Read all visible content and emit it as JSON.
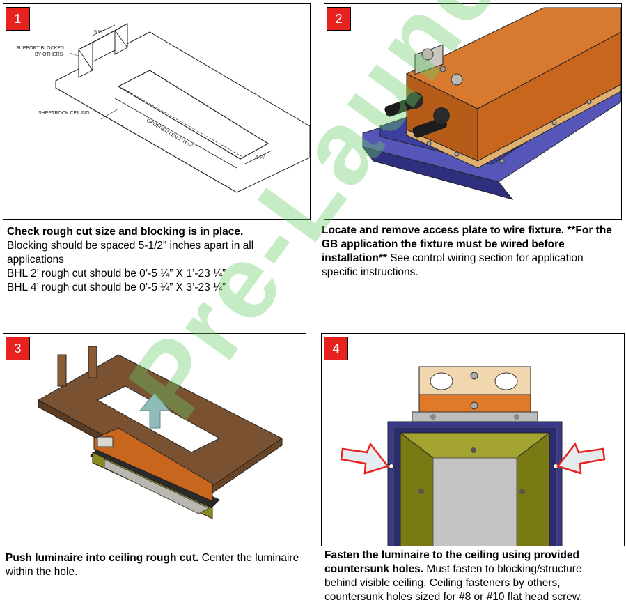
{
  "steps": [
    {
      "number": "1",
      "bold": "Check rough cut size and blocking is in place.",
      "lines": [
        "Blocking should be spaced 5-1/2” inches apart in all applications",
        "BHL 2’ rough cut should be 0’-5 ¼” X 1’-23 ¼”",
        "BHL 4’ rough cut should be 0’-5 ¼” X 3’-23 ¼”"
      ],
      "drawing_labels": {
        "support": "SUPPORT BLOCKED",
        "support2": "BY OTHERS",
        "sheetrock": "SHEETROCK CEILING",
        "ordered": "ORDERED LENGTH ¼”",
        "dim_top": "5 ½”",
        "dim_right": "5 ¼”"
      }
    },
    {
      "number": "2",
      "bold": "Locate and remove access plate to wire fixture. **For the GB application the fixture must be wired before installation**",
      "rest": " See control wiring section for application specific instructions."
    },
    {
      "number": "3",
      "bold": "Push luminaire into ceiling rough cut.",
      "rest": " Center the luminaire within the hole."
    },
    {
      "number": "4",
      "bold": "Fasten the luminaire to the ceiling using provided countersunk holes.",
      "rest": " Must fasten to blocking/structure behind visible ceiling. Ceiling fasteners by others, countersunk holes sized for #8 or #10 flat head screw."
    }
  ],
  "watermark": "Pre-Launch",
  "colors": {
    "badge": "#e8231f",
    "housing_orange": "#c8661e",
    "trim_blue": "#4a4aa8",
    "wood": "#7a5232",
    "olive": "#8a8a1c",
    "watermark": "#66cc66"
  }
}
